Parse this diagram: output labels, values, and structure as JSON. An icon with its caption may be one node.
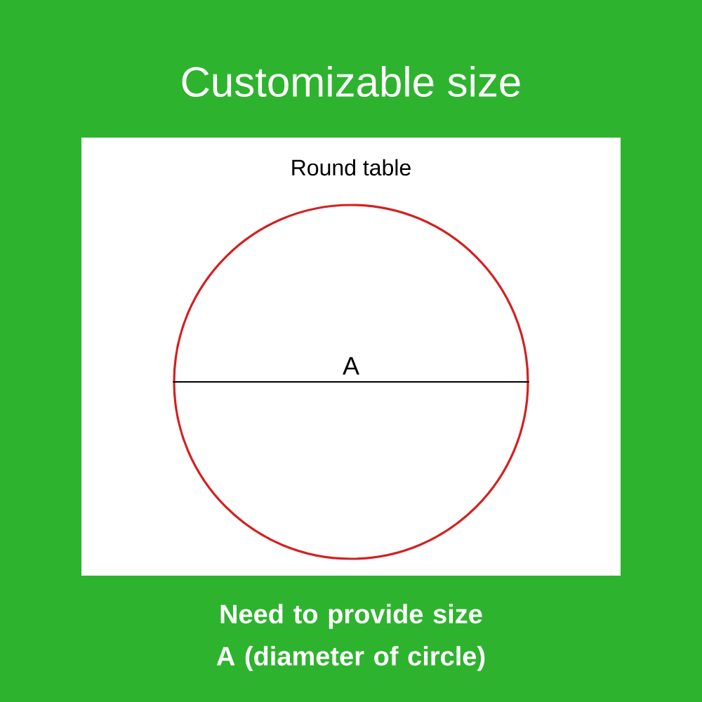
{
  "diagram": {
    "title": "Customizable size",
    "caption": "Need to provide size A (diameter of circle)",
    "nodes": [
      {
        "text": [
          "Round table"
        ]
      },
      {
        "text": [],
        "shape": "circle",
        "in": 0
      }
    ],
    "labels": [
      "A"
    ]
  }
}
